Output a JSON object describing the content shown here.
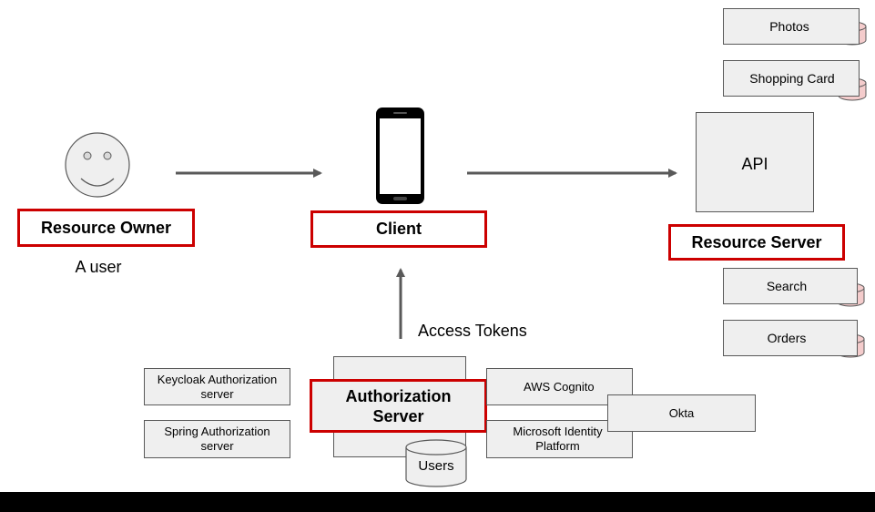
{
  "resource_owner": {
    "label": "Resource Owner",
    "caption": "A user"
  },
  "client": {
    "label": "Client"
  },
  "access_tokens": "Access Tokens",
  "resource_server": {
    "label": "Resource Server",
    "api": "API"
  },
  "data_stores": [
    "Photos",
    "Shopping Card",
    "Search",
    "Orders"
  ],
  "authorization_server": {
    "label": "Authorization Server",
    "db": "Users"
  },
  "providers_left": [
    "Keycloak Authorization server",
    "Spring Authorization server"
  ],
  "providers_right": [
    "AWS Cognito",
    "Okta",
    "Microsoft Identity Platform"
  ],
  "colors": {
    "highlight": "#cc0000",
    "box_fill": "#efefef",
    "db_fill": "#f4cccc",
    "arrow": "#595959"
  }
}
